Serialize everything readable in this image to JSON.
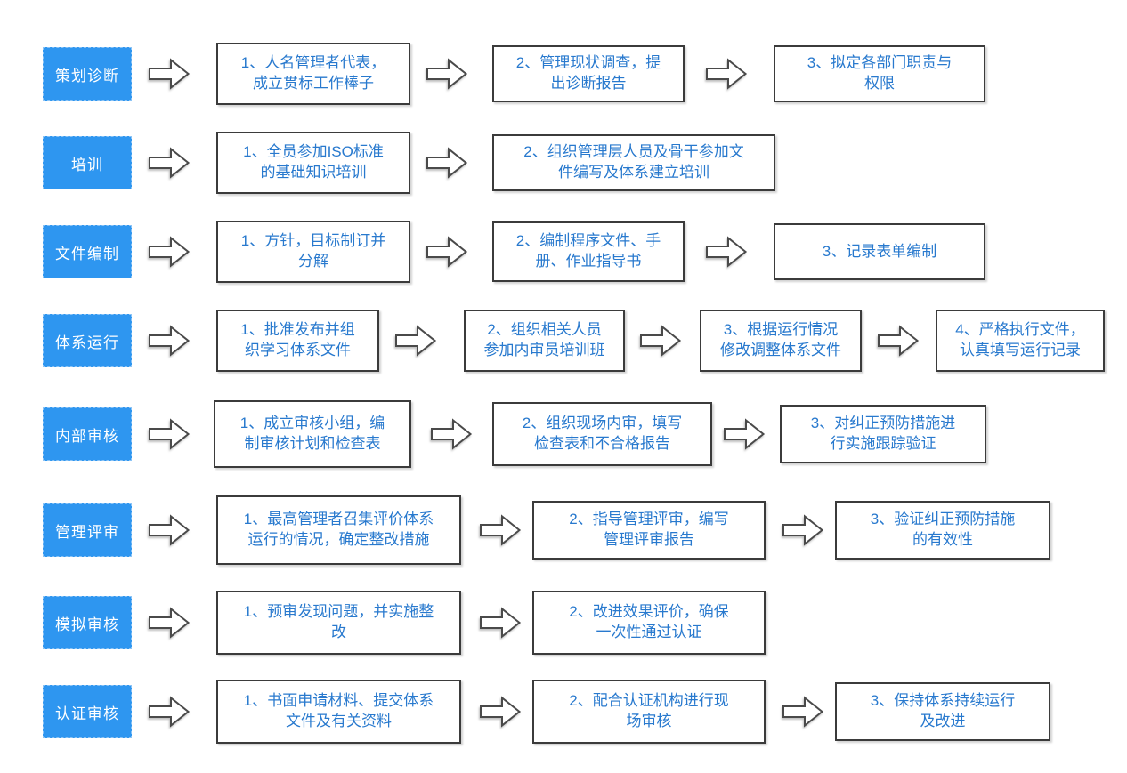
{
  "diagram": {
    "type": "flowchart",
    "colors": {
      "stage_fill": "#2E96F0",
      "stage_dash_border": "#8CC4F6",
      "stage_text": "#FFFFFF",
      "step_border": "#3B3B3B",
      "step_text": "#2879CE",
      "arrow_stroke": "#4A4A4A",
      "arrow_fill": "#FFFFFF",
      "background": "#FFFFFF"
    },
    "rows": [
      {
        "label": "策划诊断",
        "steps": [
          "1、人名管理者代表，\n成立贯标工作棒子",
          "2、管理现状调查，提\n出诊断报告",
          "3、拟定各部门职责与\n权限"
        ]
      },
      {
        "label": "培训",
        "steps": [
          "1、全员参加ISO标准\n的基础知识培训",
          "2、组织管理层人员及骨干参加文\n件编写及体系建立培训"
        ]
      },
      {
        "label": "文件编制",
        "steps": [
          "1、方针，目标制订并\n分解",
          "2、编制程序文件、手\n册、作业指导书",
          "3、记录表单编制"
        ]
      },
      {
        "label": "体系运行",
        "steps": [
          "1、批准发布并组\n织学习体系文件",
          "2、组织相关人员\n参加内审员培训班",
          "3、根据运行情况\n修改调整体系文件",
          "4、严格执行文件，\n认真填写运行记录"
        ]
      },
      {
        "label": "内部审核",
        "steps": [
          "1、成立审核小组，编\n制审核计划和检查表",
          "2、组织现场内审，填写\n检查表和不合格报告",
          "3、对纠正预防措施进\n行实施跟踪验证"
        ]
      },
      {
        "label": "管理评审",
        "steps": [
          "1、最高管理者召集评价体系\n运行的情况，确定整改措施",
          "2、指导管理评审，编写\n管理评审报告",
          "3、验证纠正预防措施\n的有效性"
        ]
      },
      {
        "label": "模拟审核",
        "steps": [
          "1、预审发现问题，并实施整\n改",
          "2、改进效果评价，确保\n一次性通过认证"
        ]
      },
      {
        "label": "认证审核",
        "steps": [
          "1、书面申请材料、提交体系\n文件及有关资料",
          "2、配合认证机构进行现\n场审核",
          "3、保持体系持续运行\n及改进"
        ]
      }
    ]
  }
}
